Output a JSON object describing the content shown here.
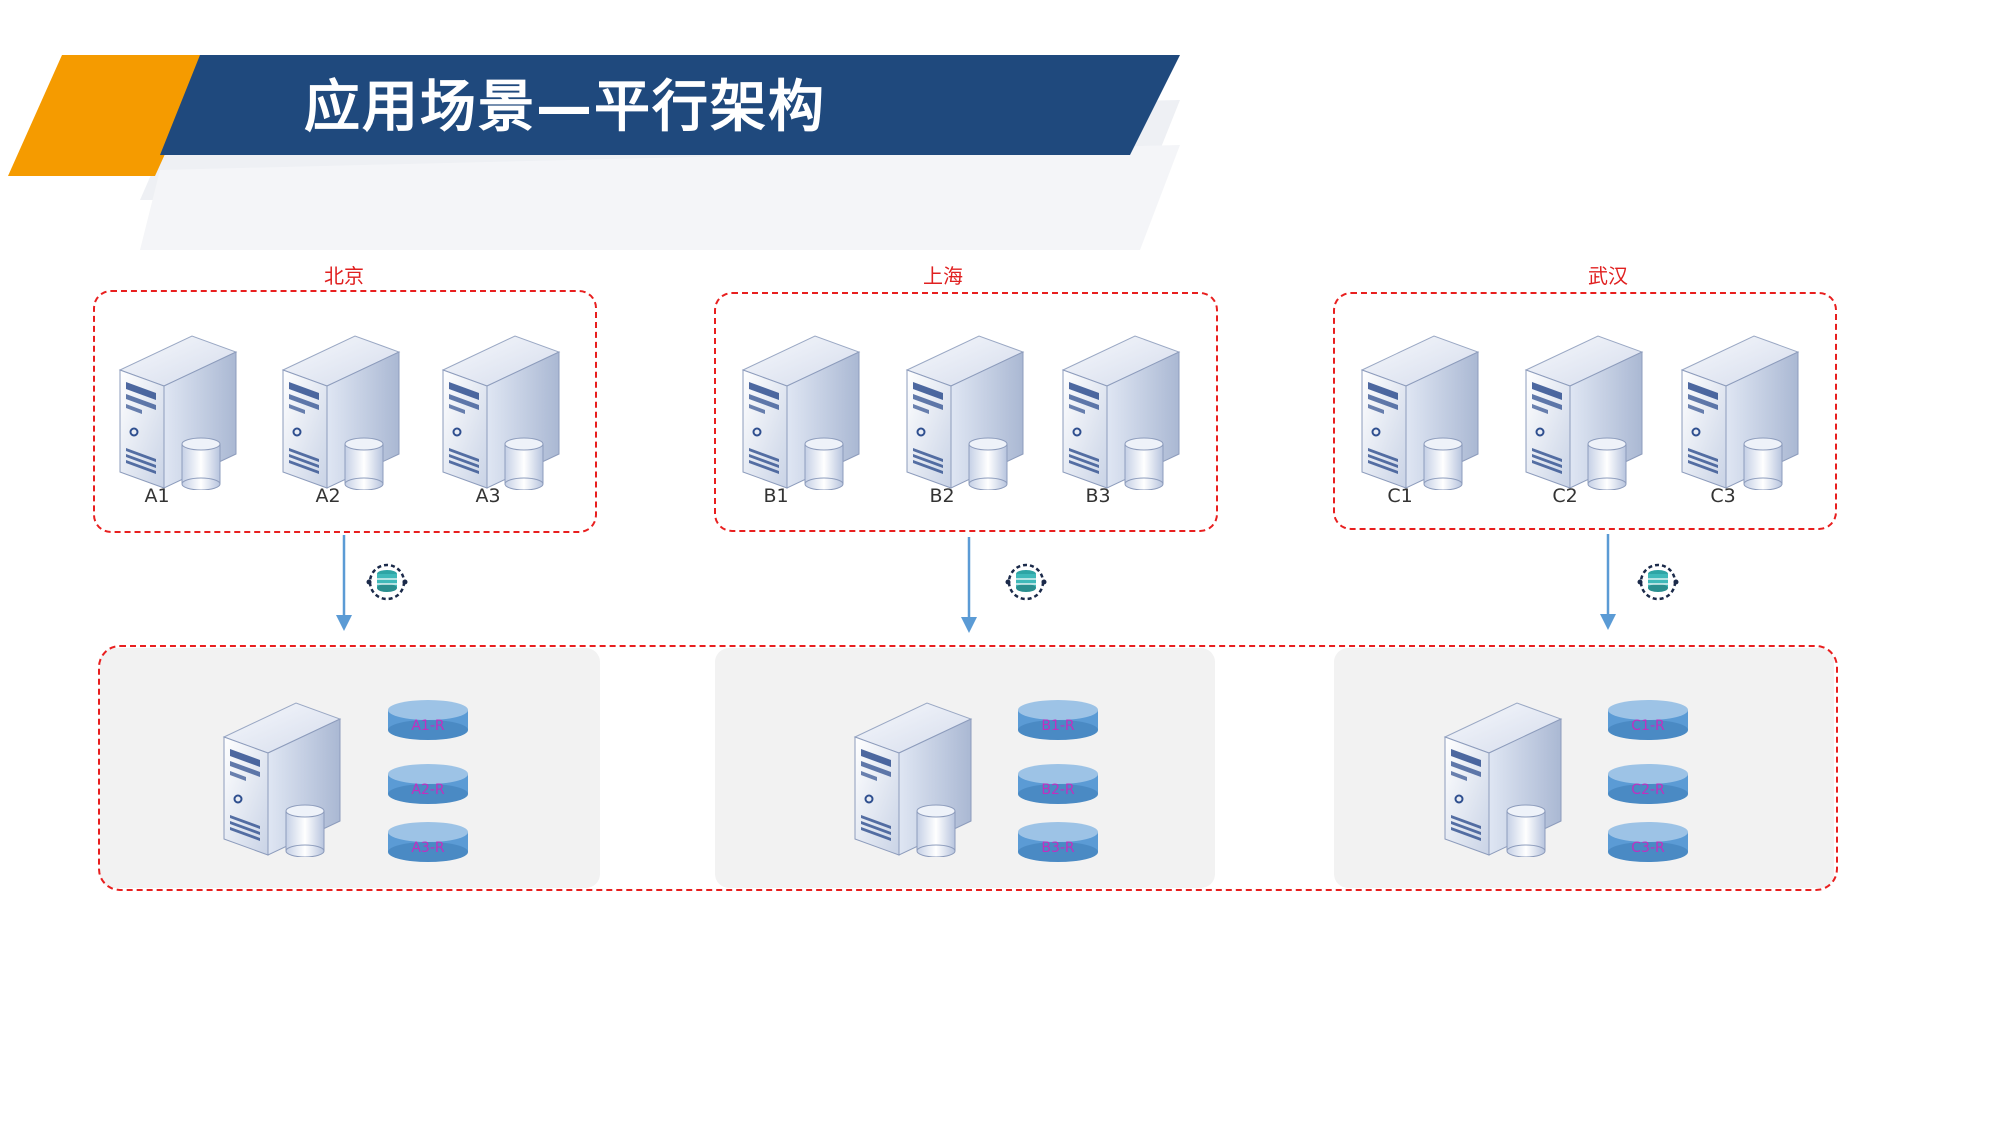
{
  "title": "应用场景—平行架构",
  "colors": {
    "banner_blue": "#1f497d",
    "banner_orange": "#f59b00",
    "dash_red": "#e81f1f",
    "arrow_blue": "#5b9bd5",
    "disk_blue": "#5b9bd5",
    "db_label_magenta": "#c030c0"
  },
  "regions": [
    {
      "name": "北京",
      "servers": [
        "A1",
        "A2",
        "A3"
      ],
      "replicas": [
        "A1-R",
        "A2-R",
        "A3-R"
      ]
    },
    {
      "name": "上海",
      "servers": [
        "B1",
        "B2",
        "B3"
      ],
      "replicas": [
        "B1-R",
        "B2-R",
        "B3-R"
      ]
    },
    {
      "name": "武汉",
      "servers": [
        "C1",
        "C2",
        "C3"
      ],
      "replicas": [
        "C1-R",
        "C2-R",
        "C3-R"
      ]
    }
  ],
  "icons": {
    "server": "server-with-database-icon",
    "sync": "database-sync-icon",
    "arrow": "down-arrow-icon",
    "replica": "database-disk-icon"
  }
}
